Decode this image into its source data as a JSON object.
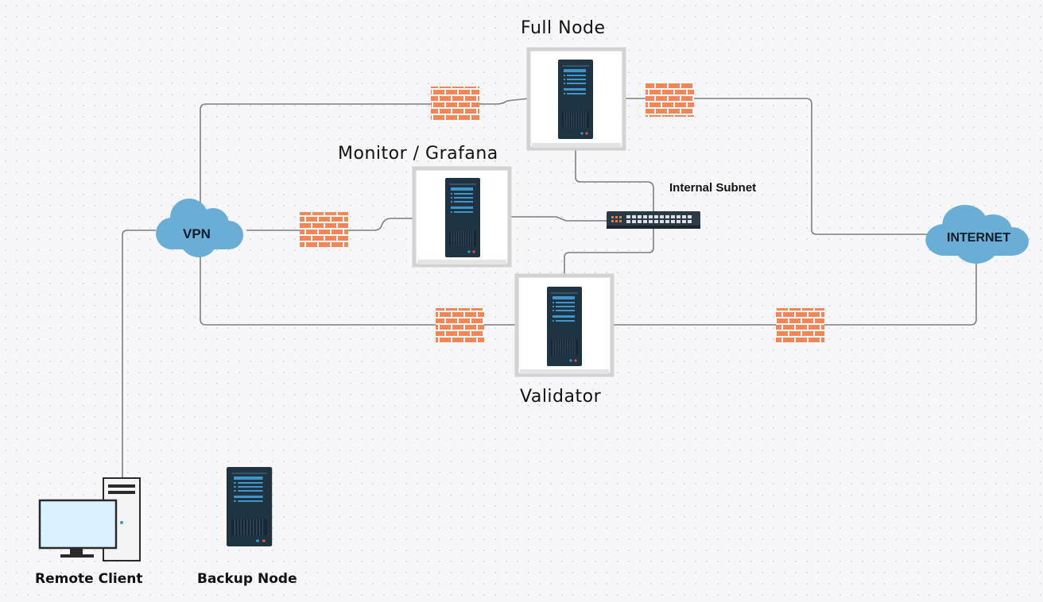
{
  "nodes": {
    "full_node": {
      "label": "Full Node"
    },
    "monitor": {
      "label": "Monitor / Grafana"
    },
    "validator": {
      "label": "Validator"
    },
    "remote_client": {
      "label": "Remote Client"
    },
    "backup_node": {
      "label": "Backup Node"
    },
    "switch": {
      "label": "Internal Subnet"
    },
    "vpn": {
      "label": "VPN"
    },
    "internet": {
      "label": "INTERNET"
    }
  },
  "icons": [
    "server-rack-icon",
    "firewall-icon",
    "network-switch-icon",
    "cloud-icon",
    "desktop-computer-icon"
  ],
  "colors": {
    "firewall": "#f2885a",
    "firewall_mortar": "#ffffff",
    "cloud": "#6aaed6",
    "server_dark": "#1f3442",
    "server_accent": "#3f95c9",
    "frame": "#d2d2d2",
    "link": "#7d7d7d",
    "monitor_screen": "#d8f2fb"
  }
}
